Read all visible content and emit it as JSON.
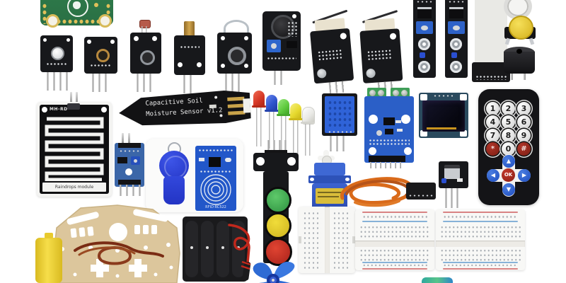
{
  "photo": {
    "description": "Flat-lay product photo of an electronics starter kit: microcontroller board, sensor modules, LEDs, displays, servo, breadboards, robot car chassis and accessories on a white background"
  },
  "labels": {
    "rain_sensor_model": "MH-RD",
    "rain_sensor_caption": "Raindrops module",
    "soil_sensor_line1": "Capacitive Soil",
    "soil_sensor_line2": "Moisture Sensor v1.2",
    "rfid_module_model": "RFID-RC522"
  },
  "remote": {
    "digits": [
      "1",
      "2",
      "3",
      "4",
      "5",
      "6",
      "7",
      "8",
      "9"
    ],
    "star": "*",
    "zero": "0",
    "hash": "#",
    "ok": "OK",
    "up": "▲",
    "down": "▼",
    "left": "◀",
    "right": "▶"
  },
  "components": [
    "Raspberry Pi Pico style green MCU board",
    "RGB LED module",
    "Knock sensor module",
    "Photoresistor (LDR) module",
    "Laser emitter module",
    "Tilt/shake sensor module",
    "Sound sensor microphone module",
    "Collision limit-switch module x2",
    "Line tracking sensor module x2",
    "FFC ribbon cable",
    "White LED component",
    "Yellow push button",
    "Active buzzer",
    "Raindrops rain sensor plate",
    "Capacitive soil moisture sensor v1.2",
    "Sensor comparator breakout",
    "5mm LEDs red blue green yellow white",
    "DHT11 humidity sensor module",
    "Motor driver module with screw terminals",
    "0.96 inch OLED display",
    "IR remote control",
    "RFID-RC522 reader with blue key fob",
    "Traffic light LED module",
    "SG90 micro servo",
    "Orange dupont jumper wire coil",
    "Temperature sensor breakout",
    "Robot car chassis",
    "TT gear motor",
    "Enamelled copper wire coil",
    "4xAA battery holder with red wire",
    "Blue fan propeller",
    "Mini breadboard",
    "400-point breadboard x2"
  ],
  "colors": {
    "background": "#ffffff",
    "pcb_black": "#17181b",
    "pcb_blue": "#2b5fc7",
    "pcb_green_board": "#2f7d4c",
    "terminal_green": "#3f9e58",
    "servo_blue": "#3a63c8",
    "chassis_tan": "#dcc69c",
    "motor_yellow": "#f0d435",
    "wire_orange": "#d96a1a",
    "led_red": "#d63826",
    "led_blue": "#2e55cc",
    "led_green": "#5fc93e",
    "led_yellow": "#e6d92e",
    "traffic_green": "#3fae4e",
    "traffic_yellow": "#e8d22e",
    "traffic_red": "#d03226",
    "breadboard_white": "#f8f8f6"
  }
}
